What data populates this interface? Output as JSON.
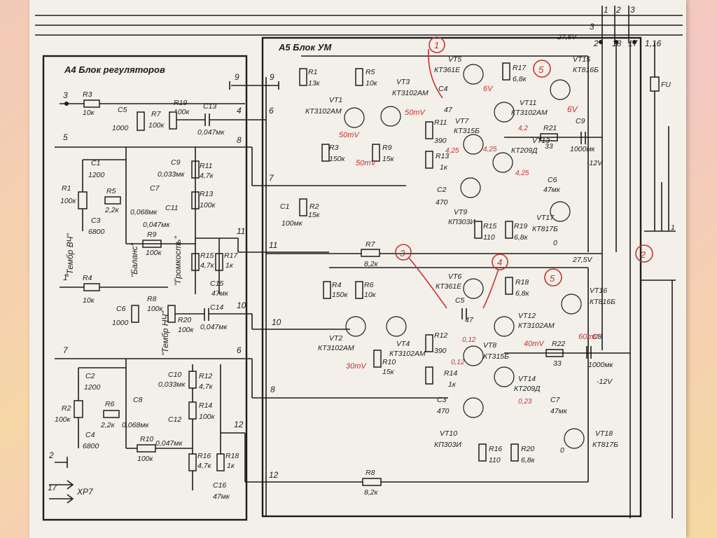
{
  "blocks": {
    "a4_title": "А4 Блок регуляторов",
    "a5_title": "А5 Блок УМ"
  },
  "pins": {
    "p3": "3",
    "p5": "5",
    "p1": "1",
    "p7": "7",
    "p2": "2",
    "p17": "17",
    "xp7": "XP7",
    "p9a": "9",
    "p9b": "9",
    "p4": "4",
    "p6a": "6",
    "p8a": "8",
    "p7b": "7",
    "p11a": "11",
    "p11b": "11",
    "p10a": "10",
    "p10b": "10",
    "p6b": "6",
    "p8b": "8",
    "p12a": "12",
    "p12b": "12",
    "top1": "1",
    "top2": "2",
    "top3": "3",
    "top3b": "3",
    "top2b": "2",
    "top18": "18",
    "top17": "17",
    "top116": "1,16",
    "fu": "FU",
    "right1": "1"
  },
  "knobs": {
    "treble": "\"Тембр ВЧ\"",
    "balance": "\"Баланс\"",
    "volume": "\"Громкость\"",
    "bass": "\"Тембр НЧ\""
  },
  "components_a4": [
    {
      "ref": "R3",
      "val": "10к"
    },
    {
      "ref": "C5",
      "val": "1000"
    },
    {
      "ref": "R7",
      "val": "100к"
    },
    {
      "ref": "R19",
      "val": "100к"
    },
    {
      "ref": "C13",
      "val": "0,047мк"
    },
    {
      "ref": "C1",
      "val": "1200"
    },
    {
      "ref": "C9",
      "val": "0,033мк"
    },
    {
      "ref": "R11",
      "val": "4,7к"
    },
    {
      "ref": "R1",
      "val": "100к"
    },
    {
      "ref": "R5",
      "val": "2,2к"
    },
    {
      "ref": "C7",
      "val": ""
    },
    {
      "ref": "R13",
      "val": "100к"
    },
    {
      "ref": "C3",
      "val": "6800"
    },
    {
      "ref": "C11",
      "val": "0,047мк"
    },
    {
      "ref": "R9",
      "val": "100к"
    },
    {
      "ref": "R15",
      "val": "4,7к"
    },
    {
      "ref": "R17",
      "val": "1к"
    },
    {
      "ref": "C15",
      "val": "47мк"
    },
    {
      "ref": "R4",
      "val": "10к"
    },
    {
      "ref": "C6",
      "val": "1000"
    },
    {
      "ref": "R8",
      "val": "100к"
    },
    {
      "ref": "R20",
      "val": "100к"
    },
    {
      "ref": "C14",
      "val": "0,047мк"
    },
    {
      "ref": "C2",
      "val": "1200"
    },
    {
      "ref": "C10",
      "val": "0,033мк"
    },
    {
      "ref": "R12",
      "val": "4,7к"
    },
    {
      "ref": "R2",
      "val": "100к"
    },
    {
      "ref": "R6",
      "val": "2,2к"
    },
    {
      "ref": "C8",
      "val": ""
    },
    {
      "ref": "R14",
      "val": "100к"
    },
    {
      "ref": "C4",
      "val": "6800"
    },
    {
      "ref": "C12",
      "val": "0,047мк"
    },
    {
      "ref": "R10",
      "val": "100к"
    },
    {
      "ref": "R16",
      "val": "4,7к"
    },
    {
      "ref": "R18",
      "val": "1к"
    },
    {
      "ref": "C16",
      "val": "47мк"
    }
  ],
  "c7_val": "0,068мк",
  "c8_val": "0,068мк",
  "components_a5_top": [
    {
      "ref": "R1",
      "val": "13к"
    },
    {
      "ref": "R5",
      "val": "10к"
    },
    {
      "ref": "VT3",
      "val": "КТ3102АМ"
    },
    {
      "ref": "VT5",
      "val": "КТ361Е"
    },
    {
      "ref": "R17",
      "val": "6,8к"
    },
    {
      "ref": "VT15",
      "val": "КТ816Б"
    },
    {
      "ref": "VT1",
      "val": "КТ3102АМ"
    },
    {
      "ref": "C4",
      "val": "47"
    },
    {
      "ref": "VT11",
      "val": "КТ3102АМ"
    },
    {
      "ref": "C9",
      "val": "1000мк"
    },
    {
      "ref": "R11",
      "val": "390"
    },
    {
      "ref": "VT7",
      "val": "КТ315Б"
    },
    {
      "ref": "R21",
      "val": "33"
    },
    {
      "ref": "R3",
      "val": "150к"
    },
    {
      "ref": "R9",
      "val": "15к"
    },
    {
      "ref": "VT13",
      "val": "КТ209Д"
    },
    {
      "ref": "R13",
      "val": "1к"
    },
    {
      "ref": "C6",
      "val": "47мк"
    },
    {
      "ref": "C2",
      "val": "470"
    },
    {
      "ref": "C1",
      "val": "100мк"
    },
    {
      "ref": "R2",
      "val": "15к"
    },
    {
      "ref": "VT9",
      "val": "КП303И"
    },
    {
      "ref": "R15",
      "val": "110"
    },
    {
      "ref": "R19",
      "val": "6,8к"
    },
    {
      "ref": "VT17",
      "val": "КТ817Б"
    },
    {
      "ref": "R7",
      "val": "8,2к"
    }
  ],
  "components_a5_bottom": [
    {
      "ref": "VT6",
      "val": "КТ361Е"
    },
    {
      "ref": "R18",
      "val": "6,8к"
    },
    {
      "ref": "VT16",
      "val": "КТ816Б"
    },
    {
      "ref": "R4",
      "val": "150к"
    },
    {
      "ref": "R6",
      "val": "10к"
    },
    {
      "ref": "C5",
      "val": "47"
    },
    {
      "ref": "VT12",
      "val": "КТ3102АМ"
    },
    {
      "ref": "VT2",
      "val": "КТ3102АМ"
    },
    {
      "ref": "VT4",
      "val": "КТ3102АМ"
    },
    {
      "ref": "R12",
      "val": "390"
    },
    {
      "ref": "VT8",
      "val": "КТ315Б"
    },
    {
      "ref": "R22",
      "val": "33"
    },
    {
      "ref": "C8",
      "val": "1000мк"
    },
    {
      "ref": "R10",
      "val": "15к"
    },
    {
      "ref": "R14",
      "val": "1к"
    },
    {
      "ref": "VT14",
      "val": "КТ209Д"
    },
    {
      "ref": "C3",
      "val": "470"
    },
    {
      "ref": "C7",
      "val": "47мк"
    },
    {
      "ref": "VT18",
      "val": "КТ817Б"
    },
    {
      "ref": "VT10",
      "val": "КП303И"
    },
    {
      "ref": "R16",
      "val": "110"
    },
    {
      "ref": "R20",
      "val": "6,8к"
    },
    {
      "ref": "R8",
      "val": "8,2к"
    }
  ],
  "supply": {
    "pos_top": "27,5V",
    "neg_top": "-12V",
    "pos_mid": "27,5V",
    "neg_bot": "-12V"
  },
  "annotations_red": {
    "circle1": "1",
    "circle2": "2",
    "circle3": "3",
    "circle4": "4",
    "circle5a": "5",
    "circle5b": "5",
    "v50mv_a": "50mV",
    "v50mv_b": "50mV",
    "v50mv_c": "50mV",
    "v6v_a": "6V",
    "v6v_b": "6V",
    "v30mv": "30mV",
    "v40mv": "40mV",
    "v60mv": "60mV",
    "v425_1": "4,25",
    "v425_2": "4,25",
    "v425_3": "4,25",
    "v425_4": "4,2",
    "v012_1": "0,12",
    "v012_2": "0,12",
    "v023": "0,23"
  }
}
